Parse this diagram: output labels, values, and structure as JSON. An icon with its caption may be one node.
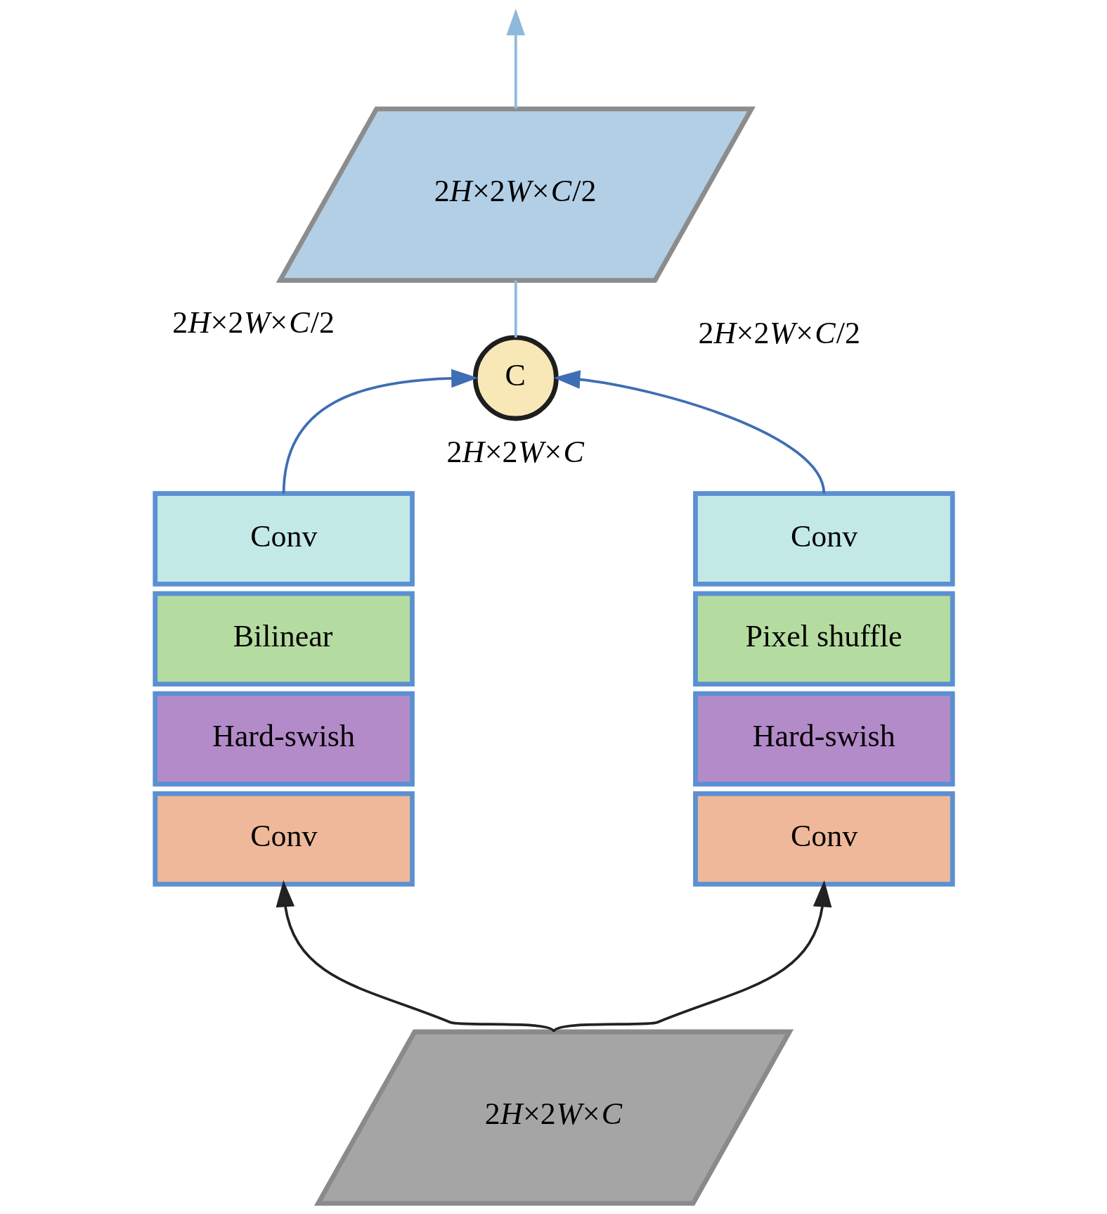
{
  "diagram": {
    "nodes": [
      {
        "text": [
          "2H×2W×C/2"
        ]
      },
      {
        "text": [
          "C"
        ],
        "beside": [
          "2H×2W×C"
        ]
      },
      {
        "text": [
          "Conv"
        ]
      },
      {
        "text": [
          "Bilinear"
        ]
      },
      {
        "text": [
          "Hard-swish"
        ]
      },
      {
        "text": [
          "Conv"
        ]
      },
      {
        "text": [
          "Conv"
        ]
      },
      {
        "text": [
          "Pixel shuffle"
        ]
      },
      {
        "text": [
          "Hard-swish"
        ]
      },
      {
        "text": [
          "Conv"
        ]
      },
      {
        "text": [
          "2H×2W×C"
        ]
      }
    ],
    "edges": [
      {
        "from": 10,
        "to": 5,
        "arrow": "to"
      },
      {
        "from": 10,
        "to": 9,
        "arrow": "to"
      },
      {
        "from": 2,
        "to": 1,
        "arrow": "to",
        "label": "2H×2W×C/2",
        "color": "#3e6eb4"
      },
      {
        "from": 6,
        "to": 1,
        "arrow": "to",
        "label": "2H×2W×C/2",
        "color": "#3e6eb4"
      },
      {
        "from": 1,
        "to": 0,
        "arrow": "none",
        "color": "#8eb9dd"
      },
      {
        "from": 0,
        "to": null,
        "arrow": "to",
        "color": "#8eb9dd"
      }
    ]
  }
}
